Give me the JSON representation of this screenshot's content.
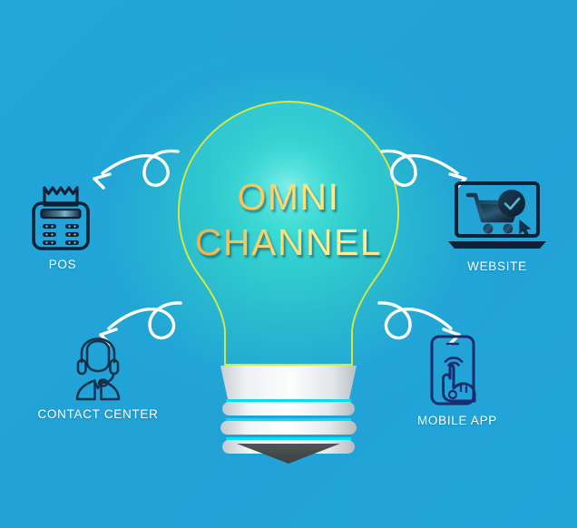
{
  "graphic": {
    "type": "omni-channel-lightbulb-infographic",
    "background_color_start": "#23a6d9",
    "background_color_end": "#22a6da",
    "glow_color": "#3ce1d2"
  },
  "center": {
    "bulb": {
      "icon": "light-bulb-icon",
      "outline_color": "#d6e83a",
      "fill_color": "#2fd0cc",
      "base_color": "#e8ebee",
      "tip_color": "#4a4f52",
      "thread_glow_color": "#00e5f0"
    },
    "title_line_1": "OMNI",
    "title_line_2": "CHANNEL",
    "title_gradient_start": "#ef9c38",
    "title_gradient_end": "#ffef9d"
  },
  "channels": [
    {
      "id": "pos",
      "label": "POS",
      "icon": "pos-terminal-icon",
      "position": "top-left",
      "icon_color": "#0f2136"
    },
    {
      "id": "website",
      "label": "WEBSITE",
      "icon": "laptop-shopping-cart-icon",
      "position": "top-right",
      "icon_color": "#0f2136"
    },
    {
      "id": "contact-center",
      "label": "CONTACT CENTER",
      "icon": "headset-agent-icon",
      "position": "bottom-left",
      "icon_color": "#13314b"
    },
    {
      "id": "mobile-app",
      "label": "MOBILE APP",
      "icon": "smartphone-tap-icon",
      "position": "bottom-right",
      "icon_color": "#1b2b6b"
    }
  ],
  "arrows": [
    {
      "id": "arrow-to-pos",
      "direction": "left-down",
      "style": "curly-loop",
      "color": "#ffffff"
    },
    {
      "id": "arrow-to-website",
      "direction": "right-down",
      "style": "curly-loop",
      "color": "#ffffff"
    },
    {
      "id": "arrow-to-contact-center",
      "direction": "left-down",
      "style": "curly-loop",
      "color": "#ffffff"
    },
    {
      "id": "arrow-to-mobile-app",
      "direction": "right-down",
      "style": "curly-loop",
      "color": "#ffffff"
    }
  ]
}
